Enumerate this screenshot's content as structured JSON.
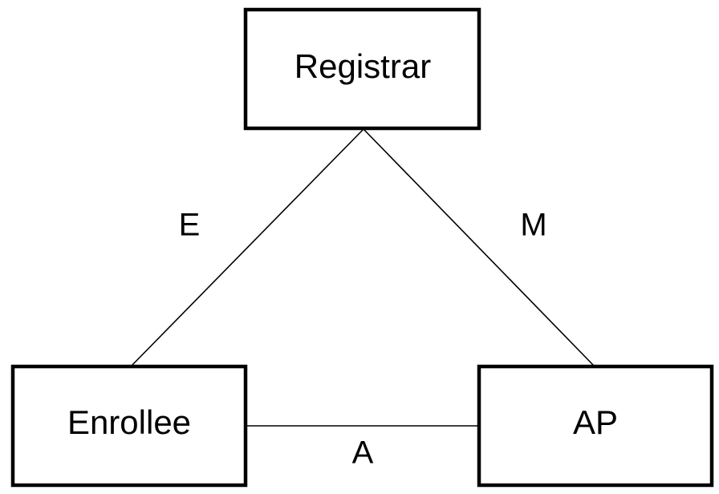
{
  "nodes": {
    "registrar": {
      "label": "Registrar"
    },
    "enrollee": {
      "label": "Enrollee"
    },
    "ap": {
      "label": "AP"
    }
  },
  "edges": {
    "registrar_enrollee": {
      "label": "E"
    },
    "registrar_ap": {
      "label": "M"
    },
    "enrollee_ap": {
      "label": "A"
    }
  },
  "colors": {
    "stroke": "#000000",
    "background": "#ffffff",
    "text": "#000000"
  }
}
